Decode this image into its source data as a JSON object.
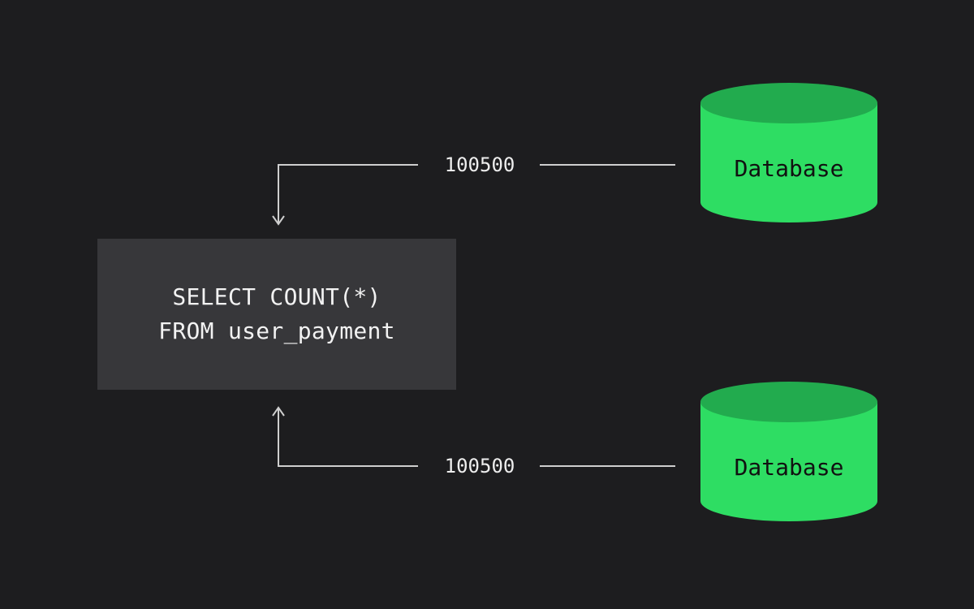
{
  "colors": {
    "background": "#1d1d1f",
    "query_box_bg": "#37373a",
    "query_box_text": "#f2f2f2",
    "connector_line": "#cfcfcf",
    "connector_label_text": "#ededed",
    "db_body_green": "#2edd63",
    "db_top_green": "#22ab4e",
    "db_label_text": "#111111"
  },
  "query_box": {
    "sql_line1": "SELECT COUNT(*)",
    "sql_line2": "FROM user_payment"
  },
  "connectors": {
    "top": {
      "label": "100500"
    },
    "bottom": {
      "label": "100500"
    }
  },
  "databases": {
    "top": {
      "label": "Database"
    },
    "bottom": {
      "label": "Database"
    }
  }
}
